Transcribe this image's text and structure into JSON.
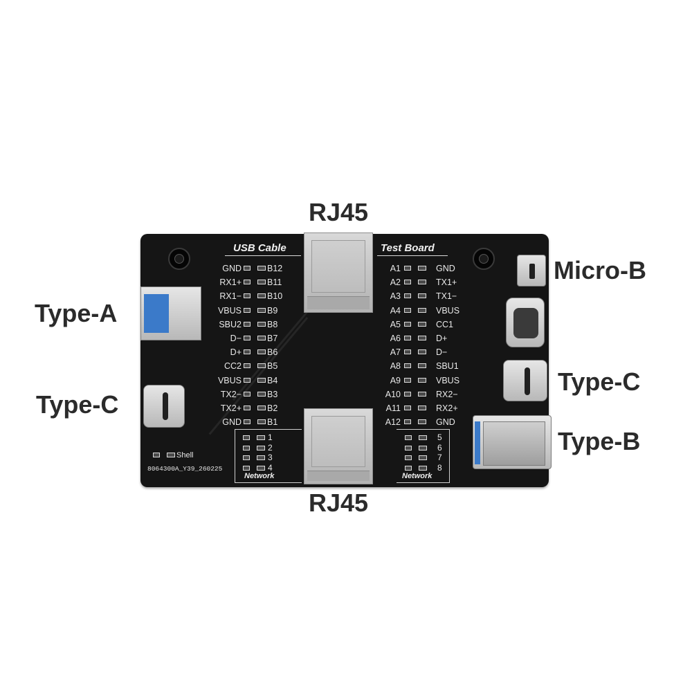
{
  "labels": {
    "rj45_top": "RJ45",
    "rj45_bottom": "RJ45",
    "type_a": "Type-A",
    "type_c_left": "Type-C",
    "micro_b": "Micro-B",
    "type_c_right": "Type-C",
    "type_b": "Type-B"
  },
  "board": {
    "title_left": "USB Cable",
    "title_right": "Test Board",
    "left_pins": [
      {
        "name": "GND",
        "code": "B12"
      },
      {
        "name": "RX1+",
        "code": "B11"
      },
      {
        "name": "RX1−",
        "code": "B10"
      },
      {
        "name": "VBUS",
        "code": "B9"
      },
      {
        "name": "SBU2",
        "code": "B8"
      },
      {
        "name": "D−",
        "code": "B7"
      },
      {
        "name": "D+",
        "code": "B6"
      },
      {
        "name": "CC2",
        "code": "B5"
      },
      {
        "name": "VBUS",
        "code": "B4"
      },
      {
        "name": "TX2−",
        "code": "B3"
      },
      {
        "name": "TX2+",
        "code": "B2"
      },
      {
        "name": "GND",
        "code": "B1"
      }
    ],
    "right_pins": [
      {
        "code": "A1",
        "name": "GND"
      },
      {
        "code": "A2",
        "name": "TX1+"
      },
      {
        "code": "A3",
        "name": "TX1−"
      },
      {
        "code": "A4",
        "name": "VBUS"
      },
      {
        "code": "A5",
        "name": "CC1"
      },
      {
        "code": "A6",
        "name": "D+"
      },
      {
        "code": "A7",
        "name": "D−"
      },
      {
        "code": "A8",
        "name": "SBU1"
      },
      {
        "code": "A9",
        "name": "VBUS"
      },
      {
        "code": "A10",
        "name": "RX2−"
      },
      {
        "code": "A11",
        "name": "RX2+"
      },
      {
        "code": "A12",
        "name": "GND"
      }
    ],
    "network_left": [
      "1",
      "2",
      "3",
      "4"
    ],
    "network_right": [
      "5",
      "6",
      "7",
      "8"
    ],
    "network_label_left": "Network",
    "network_label_right": "Network",
    "shell_label": "Shell",
    "part_number": "8064300A_Y39_260225"
  }
}
